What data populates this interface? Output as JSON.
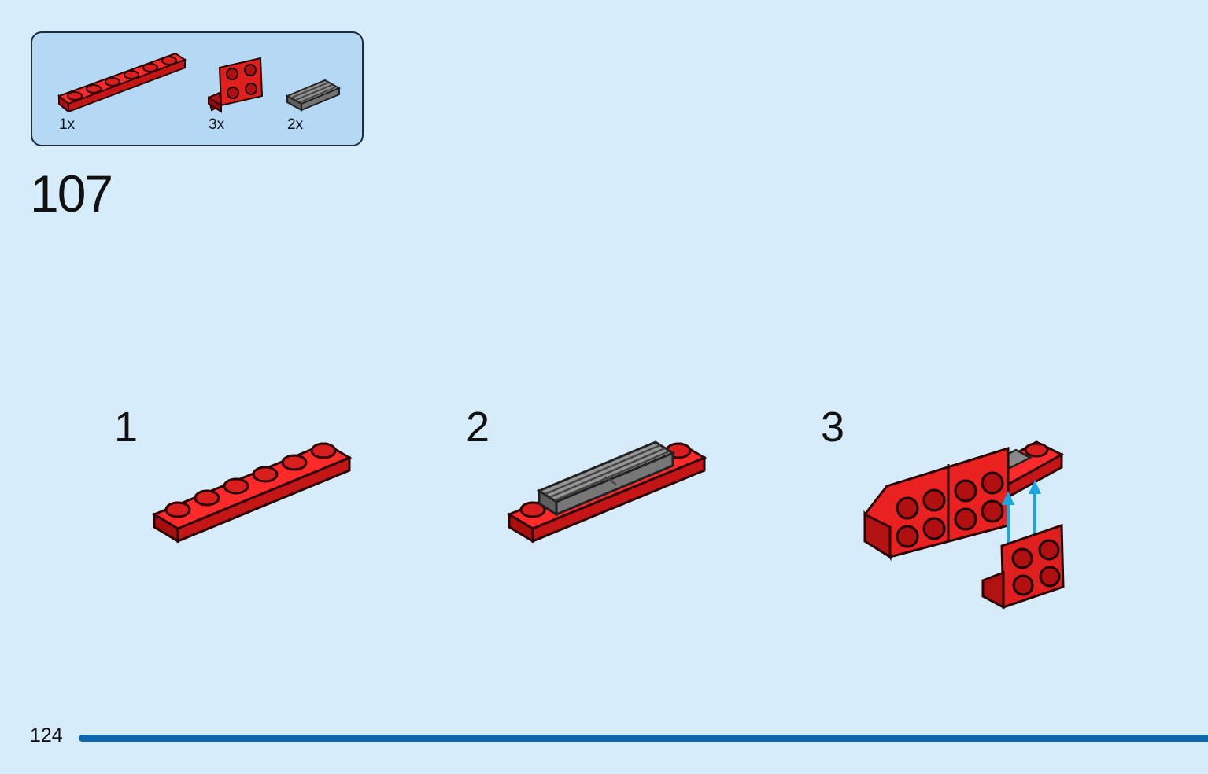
{
  "page": {
    "step_number": "107",
    "page_number": "124",
    "colors": {
      "background": "#d6ecfa",
      "parts_box": "#b5d9f4",
      "brick_red": "#d91e1e",
      "tile_gray": "#8a8a8a",
      "arrow_blue": "#1aa6e3",
      "progress_bar": "#0f68ae"
    }
  },
  "parts_list": [
    {
      "icon": "red-plate-1x6-icon",
      "quantity": "1x"
    },
    {
      "icon": "red-bracket-icon",
      "quantity": "3x"
    },
    {
      "icon": "gray-grille-tile-icon",
      "quantity": "2x"
    }
  ],
  "substeps": [
    {
      "label": "1",
      "icon": "red-plate-assembly-icon"
    },
    {
      "label": "2",
      "icon": "plate-with-grille-tiles-icon"
    },
    {
      "label": "3",
      "icon": "brackets-attach-icon"
    }
  ]
}
